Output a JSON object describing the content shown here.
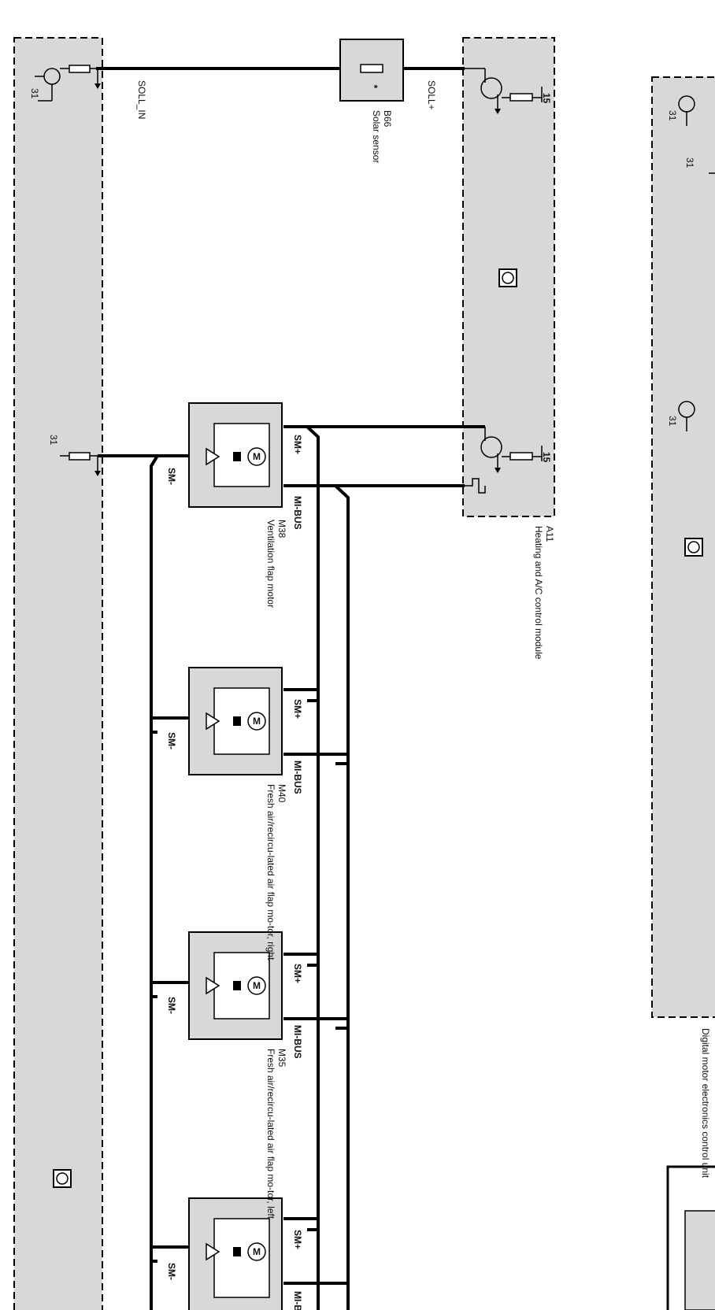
{
  "modules": {
    "heating_ac": {
      "id": "A11",
      "name": "Heating and A/C control module"
    },
    "dme": {
      "name": "Digital motor electronics control unit"
    }
  },
  "sensor": {
    "id": "B66",
    "name": "Solar sensor",
    "symbol": "*"
  },
  "signals": {
    "soll_in": "SOLL_IN",
    "soll_plus": "SOLL+",
    "sm_plus": "SM+",
    "sm_minus": "SM-",
    "mi_bus": "MI-BUS"
  },
  "terminals": {
    "ground": "31",
    "power": "15"
  },
  "motors": [
    {
      "id": "M38",
      "name": "Ventilation flap motor"
    },
    {
      "id": "M40",
      "name": "Fresh air/recircu-lated air flap mo-tor, right"
    },
    {
      "id": "M35",
      "name": "Fresh air/recircu-lated air flap mo-tor, left"
    },
    {
      "id": "",
      "name": ""
    }
  ],
  "colors": {
    "module_fill": "#d8d8d8",
    "line": "#000000",
    "background": "#ffffff"
  }
}
